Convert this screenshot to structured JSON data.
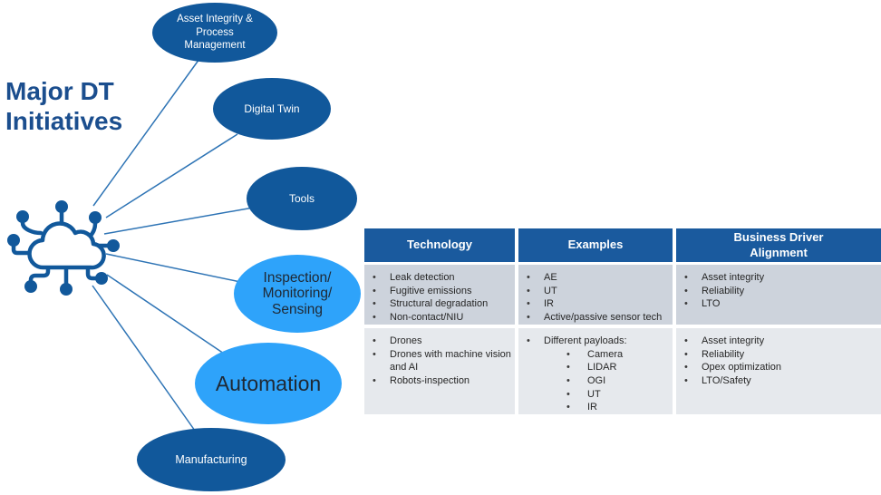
{
  "title": "Major DT\nInitiatives",
  "colors": {
    "dark_blue": "#11589B",
    "light_blue": "#2EA3FA",
    "header_blue": "#1A5A9E",
    "row1_bg": "#CDD3DC",
    "row2_bg": "#E6E9ED",
    "connector_blue": "#2E74B5",
    "title_blue": "#1B4E8E"
  },
  "icon": {
    "name": "connected-cloud-icon"
  },
  "nodes": [
    {
      "id": "asset-integrity",
      "label": "Asset Integrity &\nProcess\nManagement",
      "style": "dark"
    },
    {
      "id": "digital-twin",
      "label": "Digital Twin",
      "style": "dark"
    },
    {
      "id": "tools",
      "label": "Tools",
      "style": "dark"
    },
    {
      "id": "inspection-monitoring-sensing",
      "label": "Inspection/\nMonitoring/\nSensing",
      "style": "light"
    },
    {
      "id": "automation",
      "label": "Automation",
      "style": "light"
    },
    {
      "id": "manufacturing",
      "label": "Manufacturing",
      "style": "dark"
    }
  ],
  "table": {
    "headers": [
      "Technology",
      "Examples",
      "Business Driver\nAlignment"
    ],
    "rows": [
      {
        "technology": [
          {
            "text": "Leak detection",
            "level": 1
          },
          {
            "text": "Fugitive emissions",
            "level": 1
          },
          {
            "text": "Structural degradation",
            "level": 1
          },
          {
            "text": "Non-contact/NIU",
            "level": 1
          }
        ],
        "examples": [
          {
            "text": "AE",
            "level": 1
          },
          {
            "text": "UT",
            "level": 1
          },
          {
            "text": "IR",
            "level": 1
          },
          {
            "text": "Active/passive sensor tech",
            "level": 1
          }
        ],
        "business_driver_alignment": [
          {
            "text": "Asset integrity",
            "level": 1
          },
          {
            "text": "Reliability",
            "level": 1
          },
          {
            "text": "LTO",
            "level": 1
          }
        ]
      },
      {
        "technology": [
          {
            "text": "Drones",
            "level": 1
          },
          {
            "text": "Drones with machine vision and AI",
            "level": 1
          },
          {
            "text": "Robots-inspection",
            "level": 1
          }
        ],
        "examples": [
          {
            "text": "Different payloads:",
            "level": 1
          },
          {
            "text": "Camera",
            "level": 2
          },
          {
            "text": "LIDAR",
            "level": 2
          },
          {
            "text": "OGI",
            "level": 2
          },
          {
            "text": "UT",
            "level": 2
          },
          {
            "text": "IR",
            "level": 2
          }
        ],
        "business_driver_alignment": [
          {
            "text": "Asset integrity",
            "level": 1
          },
          {
            "text": "Reliability",
            "level": 1
          },
          {
            "text": "Opex optimization",
            "level": 1
          },
          {
            "text": "LTO/Safety",
            "level": 1
          }
        ]
      }
    ]
  }
}
